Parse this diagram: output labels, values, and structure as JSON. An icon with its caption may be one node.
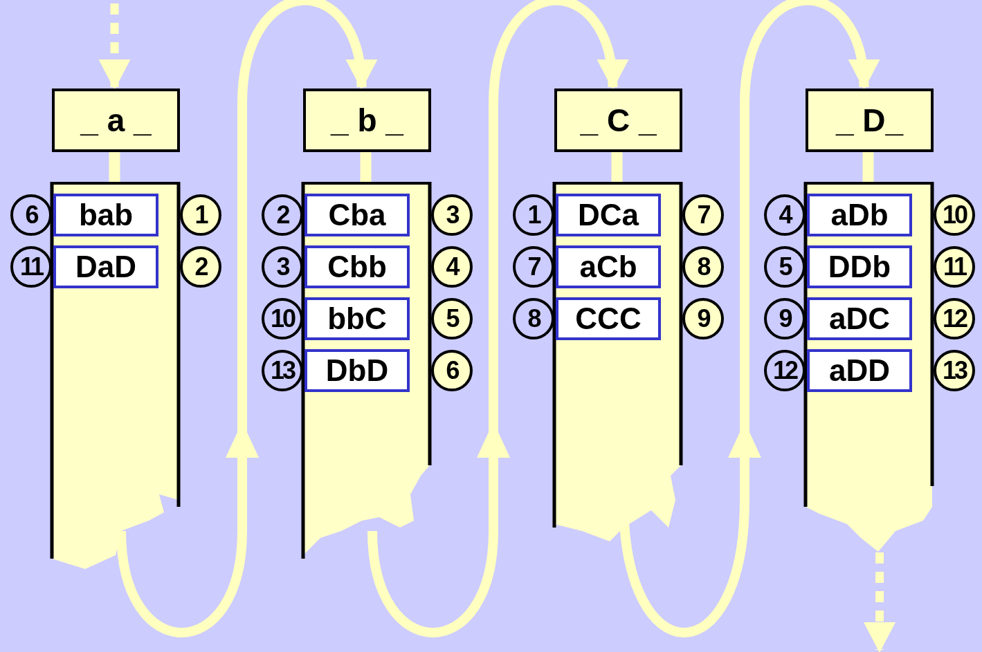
{
  "diagram": {
    "nodes": [
      {
        "text": [
          "_ a _"
        ]
      },
      {
        "text": [],
        "shape": "box"
      },
      {
        "text": [
          "bab"
        ],
        "in": 1,
        "beside": [
          "6",
          "1"
        ]
      },
      {
        "text": [
          "DaD"
        ],
        "in": 1,
        "beside": [
          "11",
          "2"
        ]
      },
      {
        "text": [
          "_ b _"
        ]
      },
      {
        "text": [],
        "shape": "box"
      },
      {
        "text": [
          "Cba"
        ],
        "in": 5,
        "beside": [
          "2",
          "3"
        ]
      },
      {
        "text": [
          "Cbb"
        ],
        "in": 5,
        "beside": [
          "3",
          "4"
        ]
      },
      {
        "text": [
          "bbC"
        ],
        "in": 5,
        "beside": [
          "10",
          "5"
        ]
      },
      {
        "text": [
          "DbD"
        ],
        "in": 5,
        "beside": [
          "13",
          "6"
        ]
      },
      {
        "text": [
          "_ C _"
        ]
      },
      {
        "text": [],
        "shape": "box"
      },
      {
        "text": [
          "DCa"
        ],
        "in": 11,
        "beside": [
          "1",
          "7"
        ]
      },
      {
        "text": [
          "aCb"
        ],
        "in": 11,
        "beside": [
          "7",
          "8"
        ]
      },
      {
        "text": [
          "CCC"
        ],
        "in": 11,
        "beside": [
          "8",
          "9"
        ]
      },
      {
        "text": [
          "_ D_"
        ]
      },
      {
        "text": [],
        "shape": "box"
      },
      {
        "text": [
          "aDb"
        ],
        "in": 16,
        "beside": [
          "4",
          "10"
        ]
      },
      {
        "text": [
          "DDb"
        ],
        "in": 16,
        "beside": [
          "5",
          "11"
        ]
      },
      {
        "text": [
          "aDC"
        ],
        "in": 16,
        "beside": [
          "9",
          "12"
        ]
      },
      {
        "text": [
          "aDD"
        ],
        "in": 16,
        "beside": [
          "12",
          "13"
        ]
      }
    ],
    "edges": [
      {
        "from": null,
        "to": 0,
        "arrow": "to",
        "style": "dashed"
      },
      {
        "from": 0,
        "to": 1,
        "arrow": "none"
      },
      {
        "from": 1,
        "to": 4,
        "arrow": "to"
      },
      {
        "from": 4,
        "to": 5,
        "arrow": "none"
      },
      {
        "from": 5,
        "to": 10,
        "arrow": "to"
      },
      {
        "from": 10,
        "to": 11,
        "arrow": "none"
      },
      {
        "from": 11,
        "to": 15,
        "arrow": "to"
      },
      {
        "from": 15,
        "to": 16,
        "arrow": "none"
      },
      {
        "from": 16,
        "to": null,
        "arrow": "to",
        "style": "dashed"
      }
    ]
  }
}
